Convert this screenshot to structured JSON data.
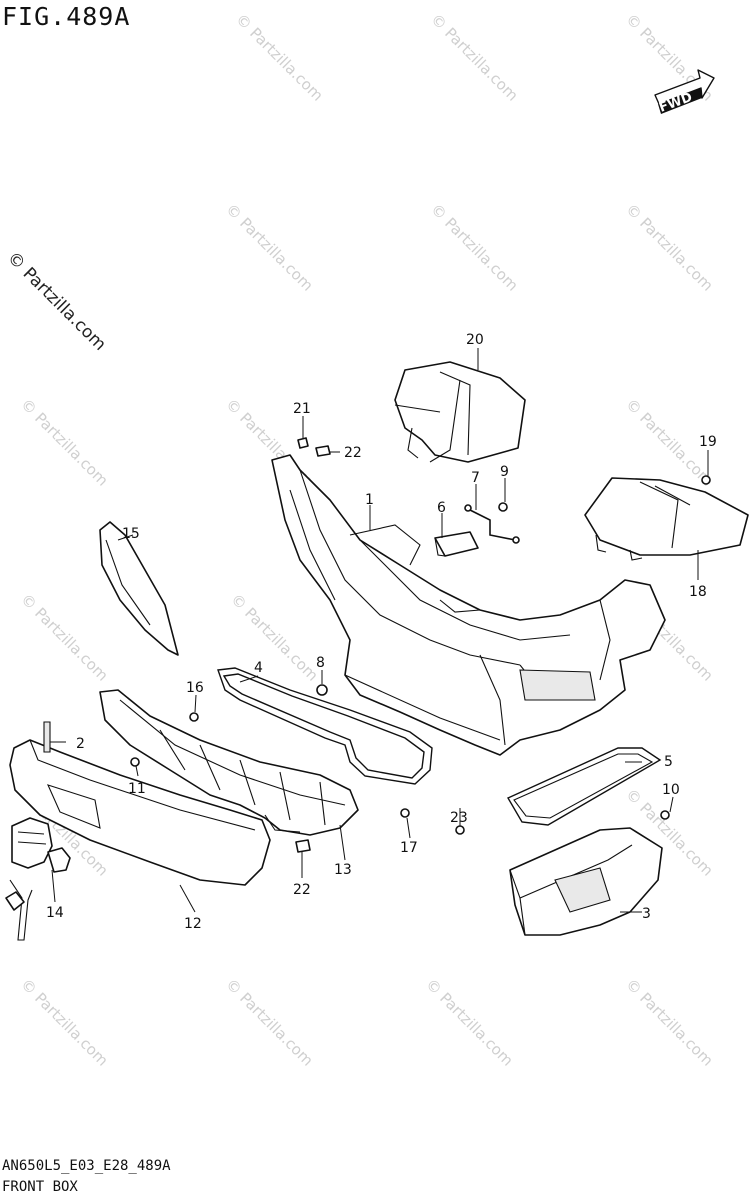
{
  "figure": {
    "title": "FIG.489A",
    "model_code": "AN650L5_E03_E28_489A",
    "section": "FRONT BOX",
    "fwd_label": "FWD"
  },
  "watermark": {
    "corner_text": "© Partzilla.com",
    "tile_text": "© Partzilla.com"
  },
  "callouts": [
    {
      "id": "1",
      "label": "1"
    },
    {
      "id": "2",
      "label": "2"
    },
    {
      "id": "3",
      "label": "3"
    },
    {
      "id": "4",
      "label": "4"
    },
    {
      "id": "5",
      "label": "5"
    },
    {
      "id": "6",
      "label": "6"
    },
    {
      "id": "7",
      "label": "7"
    },
    {
      "id": "8",
      "label": "8"
    },
    {
      "id": "9",
      "label": "9"
    },
    {
      "id": "10",
      "label": "10"
    },
    {
      "id": "11",
      "label": "11"
    },
    {
      "id": "12",
      "label": "12"
    },
    {
      "id": "13",
      "label": "13"
    },
    {
      "id": "14",
      "label": "14"
    },
    {
      "id": "15",
      "label": "15"
    },
    {
      "id": "16",
      "label": "16"
    },
    {
      "id": "17",
      "label": "17"
    },
    {
      "id": "18",
      "label": "18"
    },
    {
      "id": "19",
      "label": "19"
    },
    {
      "id": "20",
      "label": "20"
    },
    {
      "id": "21",
      "label": "21"
    },
    {
      "id": "22a",
      "label": "22"
    },
    {
      "id": "22b",
      "label": "22"
    },
    {
      "id": "23",
      "label": "23"
    }
  ]
}
